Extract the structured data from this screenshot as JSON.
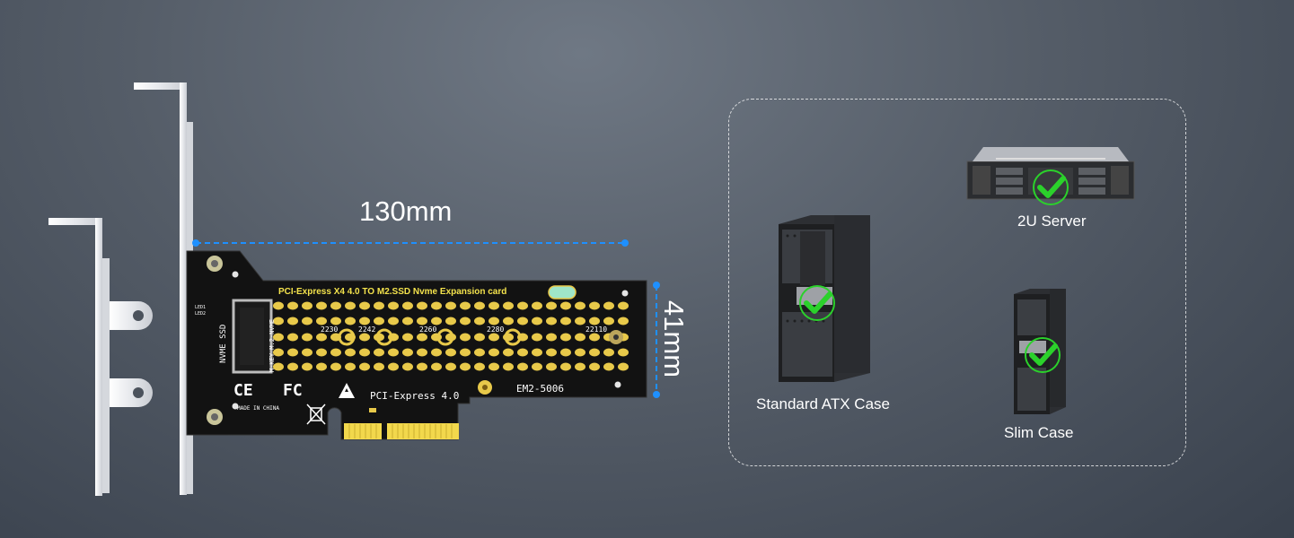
{
  "dimensions": {
    "length": "130mm",
    "height": "41mm",
    "dimension_line_color": "#1e90ff"
  },
  "card": {
    "title": "PCI-Express X4 4.0 TO  M2.SSD Nvme Expansion card",
    "interface_label": "PCI-Express 4.0",
    "model": "EM2-5006",
    "vertical_label": "NVME SSD",
    "slot_label": "M-KEY M.2-NVME",
    "made_in": "MADE IN CHINA",
    "led_labels": [
      "LED1",
      "LED2"
    ],
    "size_marks": [
      "2230",
      "2242",
      "2260",
      "2280",
      "22110"
    ],
    "cert_marks": [
      "CE",
      "FC"
    ],
    "pcb_color": "#111111",
    "gold_color": "#e8c94a"
  },
  "compatibility": {
    "check_color": "#2bd12b",
    "cases": [
      {
        "label": "2U Server",
        "icon": "rack-server-icon"
      },
      {
        "label": "Standard ATX Case",
        "icon": "tower-case-icon"
      },
      {
        "label": "Slim Case",
        "icon": "slim-case-icon"
      }
    ]
  }
}
